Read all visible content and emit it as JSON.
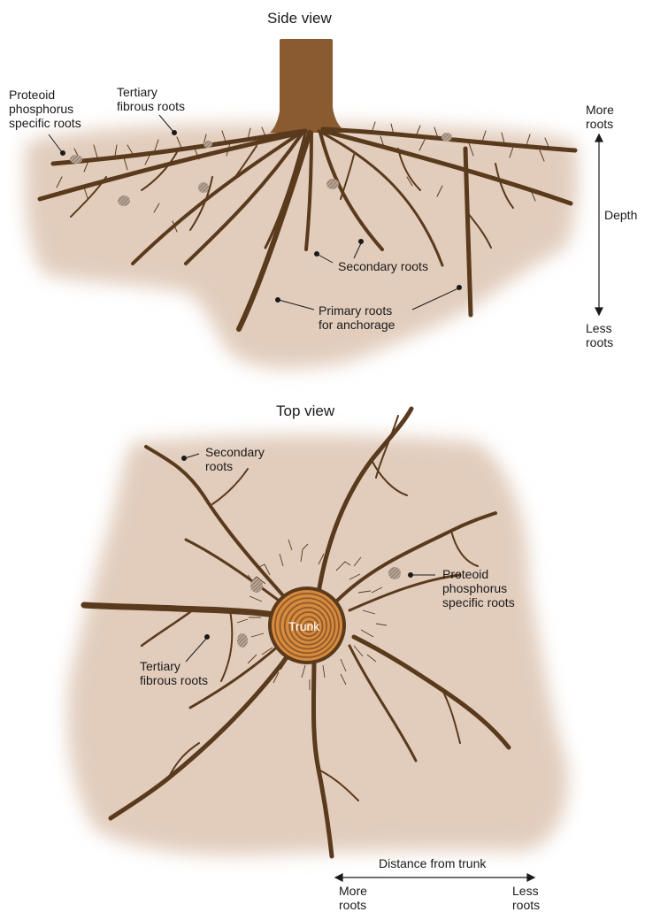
{
  "side_view": {
    "title": "Side view",
    "labels": {
      "proteoid": "Proteoid\nphosphorus\nspecific roots",
      "tertiary": "Tertiary\nfibrous roots",
      "secondary": "Secondary roots",
      "primary": "Primary roots\nfor anchorage"
    },
    "depth_axis": {
      "top": "More\nroots",
      "middle": "Depth",
      "bottom": "Less\nroots"
    }
  },
  "top_view": {
    "title": "Top view",
    "labels": {
      "secondary": "Secondary\nroots",
      "proteoid": "Proteoid\nphosphorus\nspecific roots",
      "tertiary": "Tertiary\nfibrous roots",
      "trunk": "Trunk"
    },
    "distance_axis": {
      "title": "Distance from trunk",
      "left": "More\nroots",
      "right": "Less\nroots"
    }
  },
  "colors": {
    "soil": "#e2cdbd",
    "root": "#5a3a1c",
    "trunk": "#8a5a30",
    "trunk_ring": "#d98a3a",
    "proteoid": "#8f7a6a"
  }
}
